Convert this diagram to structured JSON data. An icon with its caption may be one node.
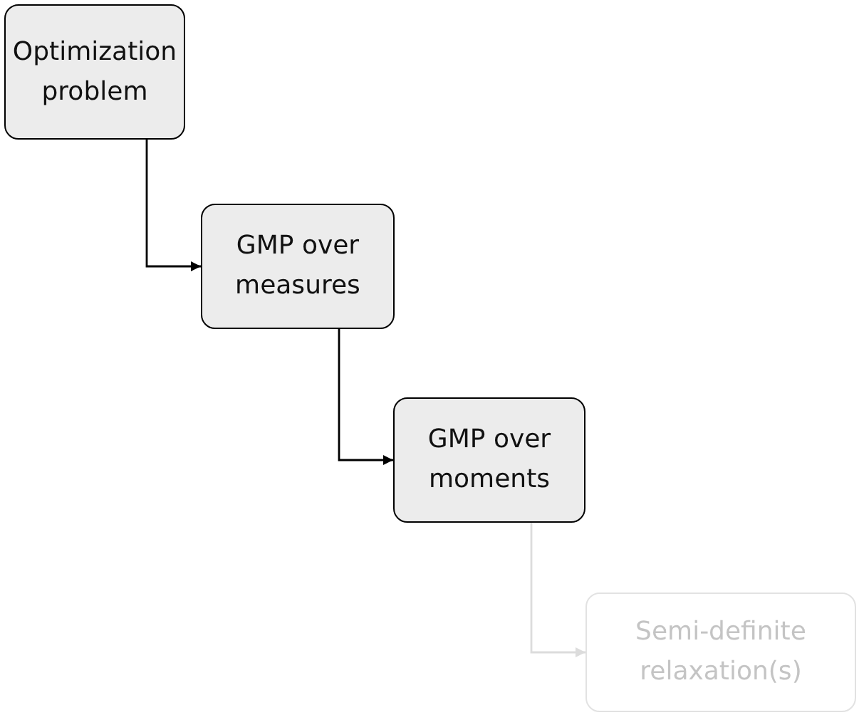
{
  "diagram": {
    "nodes": [
      {
        "text": [
          "Optimization problem"
        ]
      },
      {
        "text": [
          "GMP over measures"
        ]
      },
      {
        "text": [
          "GMP over moments"
        ]
      },
      {
        "text": [
          "Semi-definite relaxation(s)"
        ]
      }
    ],
    "edges": [
      {
        "from": 0,
        "to": 1,
        "arrow": "to"
      },
      {
        "from": 1,
        "to": 2,
        "arrow": "to"
      },
      {
        "from": 2,
        "to": 3,
        "arrow": "to",
        "color": "#dcdcdc"
      }
    ]
  }
}
